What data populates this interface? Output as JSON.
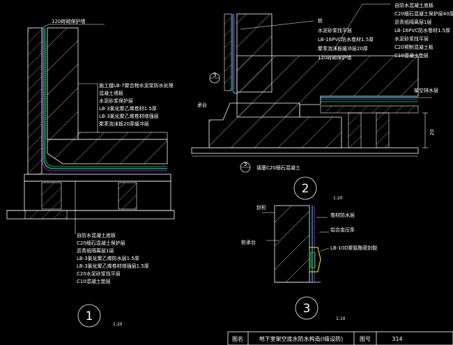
{
  "detail1": {
    "top_label": "120砖砌保护墙",
    "wall_labels": [
      "施工缝LB-7聚合物水泥浆防水处理",
      "混凝土墙板",
      "水泥砂浆保护层",
      "LB-3氯化聚乙烯卷材1.5厚",
      "LB-3氯化聚乙烯卷材增强层",
      "聚苯泡沫板20厚缓冲层"
    ],
    "bottom_labels": [
      "自防水混凝土底板",
      "C20细石混凝土保护层",
      "沥青纸隔离层1层",
      "LB-3氯化聚乙烯防水层1.5厚",
      "LB-3氯化聚乙烯卷材增强层1.5厚",
      "C20水泥砂浆找平层",
      "C10混凝土垫层"
    ],
    "number": "1",
    "scale": "1:20"
  },
  "detail2": {
    "left_labels": [
      "桩",
      "水泥砂浆找平层",
      "LB-16PVC防水卷材1.5厚",
      "聚苯泡沫板缓冲层20厚",
      "120砖砌保护墙"
    ],
    "right_labels": [
      "自防水混凝土底板",
      "C20细石混凝土保护层40厚",
      "沥青纸隔离层1层",
      "LB-16PVC防水卷材1.5厚",
      "水泥砂浆找平层",
      "C20预制混凝土板",
      "C10混凝土垫层"
    ],
    "drain_label": "架空排水层",
    "cap_label": "承台",
    "fill_label": "填塞C20细石混凝土",
    "dim": "20",
    "ref_tag": "3",
    "ref_tag2": "3",
    "number": "2",
    "scale": "1:20"
  },
  "detail3": {
    "top_left_label": "封桁",
    "cap_label": "桩承台",
    "right_labels": [
      "卷材防水层",
      "铝合金压条",
      "LB-10D聚氨酯密封胶"
    ],
    "number": "3",
    "scale": "1:10"
  },
  "title_block": {
    "name_label": "图名",
    "name": "地下室架空底水防水构造(I级设防)",
    "num_label": "图号",
    "num": "314"
  },
  "colors": {
    "line": "#ffffff",
    "cyan": "#00ffff",
    "yellow": "#ffff00",
    "green": "#00ff00",
    "magenta": "#ff00ff",
    "background": "#000000"
  }
}
